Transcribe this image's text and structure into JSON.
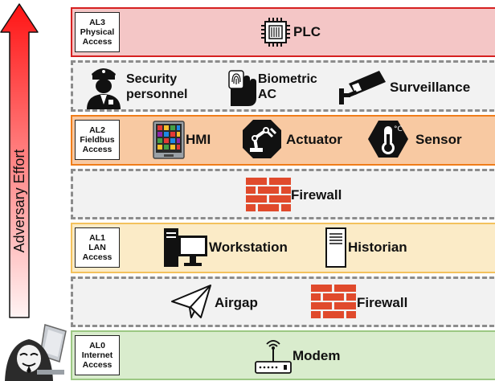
{
  "arrow": {
    "label": "Adversary Effort"
  },
  "levels": {
    "al3": {
      "lines": [
        "AL3",
        "Physical",
        "Access"
      ],
      "items": [
        "PLC"
      ]
    },
    "al2": {
      "lines": [
        "AL2",
        "Fieldbus",
        "Access"
      ],
      "items": [
        "HMI",
        "Actuator",
        "Sensor"
      ]
    },
    "al1": {
      "lines": [
        "AL1",
        "LAN",
        "Access"
      ],
      "items": [
        "Workstation",
        "Historian"
      ]
    },
    "al0": {
      "lines": [
        "AL0",
        "Internet",
        "Access"
      ],
      "items": [
        "Modem"
      ]
    }
  },
  "barriers": {
    "physical": {
      "security_1": "Security",
      "security_2": "personnel",
      "biometric_1": "Biometric",
      "biometric_2": "AC",
      "surveillance": "Surveillance"
    },
    "fieldbus": {
      "firewall": "Firewall"
    },
    "lan": {
      "airgap": "Airgap",
      "firewall": "Firewall"
    }
  },
  "colors": {
    "al3_fill": "#f4c6c6",
    "al3_border": "#d62020",
    "al2_fill": "#f8c9a2",
    "al2_border": "#f07d1a",
    "al1_fill": "#fbebc7",
    "al1_border": "#f3c15c",
    "al0_fill": "#d9eccd",
    "al0_border": "#9cc883",
    "barrier_fill": "#f2f2f2",
    "barrier_border": "#8c8c8c",
    "firewall": "#e04a2c"
  },
  "icons": [
    "chip-icon",
    "security-guard-icon",
    "fingerprint-hand-icon",
    "cctv-camera-icon",
    "hmi-panel-icon",
    "robot-arm-icon",
    "thermometer-icon",
    "firewall-icon",
    "workstation-icon",
    "server-icon",
    "paper-plane-icon",
    "router-icon",
    "hacker-icon"
  ]
}
